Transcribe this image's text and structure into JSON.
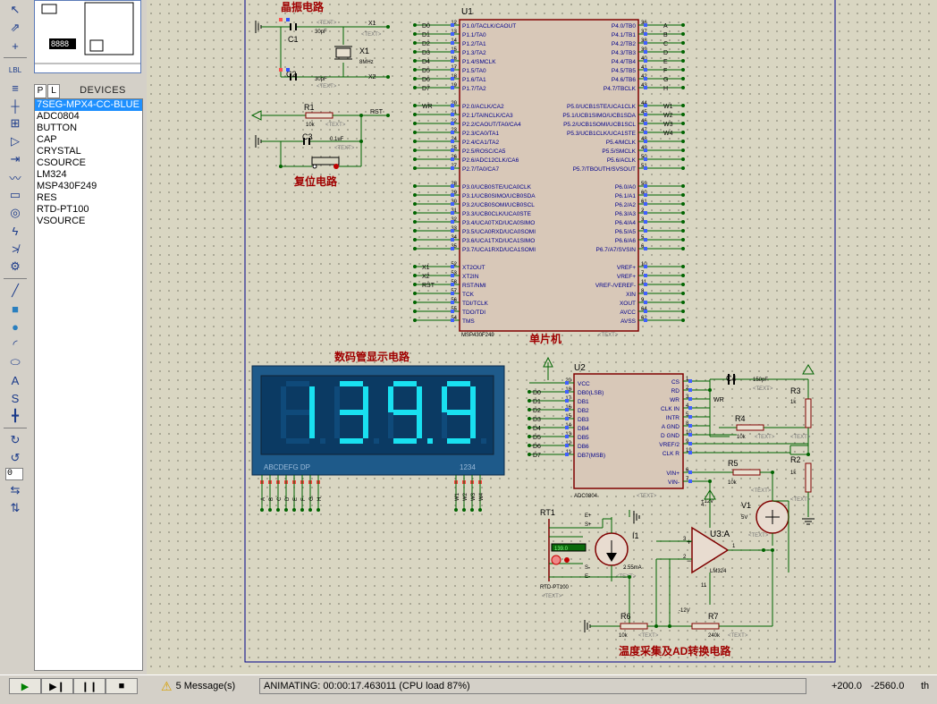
{
  "toolbar": {
    "icons": [
      "select-icon",
      "component-icon",
      "junction-icon",
      "wire-label-icon",
      "text-script-icon",
      "bus-icon",
      "subcircuit-icon",
      "terminal-icon",
      "device-pin-icon",
      "graph-icon",
      "tape-icon",
      "generator-icon",
      "voltage-probe-icon",
      "current-probe-icon",
      "virtual-instrument-icon",
      "line-icon",
      "box-icon",
      "circle-icon",
      "arc-icon",
      "path-icon",
      "text-icon",
      "symbol-icon",
      "marker-icon",
      "rotate-cw-icon",
      "rotate-ccw-icon",
      "mirror-h-icon",
      "mirror-v-icon"
    ],
    "rotation_value": "0"
  },
  "devices_panel": {
    "tab_p": "P",
    "tab_l": "L",
    "title": "DEVICES",
    "items": [
      "7SEG-MPX4-CC-BLUE",
      "ADC0804",
      "BUTTON",
      "CAP",
      "CRYSTAL",
      "CSOURCE",
      "LM324",
      "MSP430F249",
      "RES",
      "RTD-PT100",
      "VSOURCE"
    ],
    "selected_index": 0
  },
  "schematic": {
    "sections": {
      "crystal_title": "晶振电路",
      "reset_title": "复位电路",
      "mcu_title": "单片机",
      "display_title": "数码管显示电路",
      "adc_title": "温度采集及AD转换电路"
    },
    "text_placeholder": "<TEXT>",
    "crystal": {
      "c1": "C1",
      "c1_val": "30pF",
      "c2": "C2",
      "c2_val": "30pF",
      "x1": "X1",
      "x1_val": "8MHz",
      "x1_net": "X1",
      "x2_net": "X2"
    },
    "reset": {
      "r1": "R1",
      "r1_val": "10k",
      "c3": "C3",
      "c3_val": "0.1uF",
      "rst_net": "RST"
    },
    "mcu": {
      "ref": "U1",
      "part": "MSP430F249",
      "left_nets": [
        "D0",
        "D1",
        "D2",
        "D3",
        "D4",
        "D5",
        "D6",
        "D7",
        "",
        "WR",
        "",
        "",
        "",
        "",
        "",
        "",
        "",
        "",
        "",
        "",
        "",
        "",
        "",
        "",
        "",
        "",
        "",
        "",
        "",
        "",
        "",
        "X1",
        "X2",
        "RST",
        "",
        "",
        ""
      ],
      "left_pins": [
        "12",
        "13",
        "14",
        "15",
        "16",
        "17",
        "18",
        "19",
        "20",
        "21",
        "22",
        "23",
        "24",
        "25",
        "26",
        "27",
        "28",
        "29",
        "30",
        "31",
        "32",
        "33",
        "34",
        "35",
        "8",
        "9",
        "58",
        "57",
        "56",
        "55"
      ],
      "left_labels_p1": [
        "P1.0/TACLK/CAOUT",
        "P1.1/TA0",
        "P1.2/TA1",
        "P1.3/TA2",
        "P1.4/SMCLK",
        "P1.5/TA0",
        "P1.6/TA1",
        "P1.7/TA2"
      ],
      "left_labels_p2": [
        "P2.0/ACLK/CA2",
        "P2.1/TAINCLK/CA3",
        "P2.2/CAOUT/TA0/CA4",
        "P2.3/CA0/TA1",
        "P2.4/CA1/TA2",
        "P2.5/ROSC/CA5",
        "P2.6/ADC12CLK/CA6",
        "P2.7/TA0/CA7"
      ],
      "left_labels_p3": [
        "P3.0/UCB0STE/UCA0CLK",
        "P3.1/UCB0SIMO/UCB0SDA",
        "P3.2/UCB0SOMI/UCB0SCL",
        "P3.3/UCB0CLK/UCA0STE",
        "P3.4/UCA0TXD/UCA0SIMO",
        "P3.5/UCA0RXD/UCA0SOMI",
        "P3.6/UCA1TXD/UCA1SIMO",
        "P3.7/UCA1RXD/UCA1SOMI"
      ],
      "left_labels_misc": [
        "XT2OUT",
        "XT2IN",
        "RST/NMI",
        "TCK",
        "TDI/TCLK",
        "TDO/TDI",
        "TMS"
      ],
      "right_labels_p4": [
        "P4.0/TB0",
        "P4.1/TB1",
        "P4.2/TB2",
        "P4.3/TB3",
        "P4.4/TB4",
        "P4.5/TB5",
        "P4.6/TB6",
        "P4.7/TBCLK"
      ],
      "right_labels_p5": [
        "P5.0/UCB1STE/UCA1CLK",
        "P5.1/UCB1SIMO/UCB1SDA",
        "P5.2/UCB1SOMI/UCB1SCL",
        "P5.3/UCB1CLK/UCA1STE",
        "P5.4/MCLK",
        "P5.5/SMCLK",
        "P5.6/ACLK",
        "P5.7/TBOUTH/SVSOUT"
      ],
      "right_labels_p6": [
        "P6.0/A0",
        "P6.1/A1",
        "P6.2/A2",
        "P6.3/A3",
        "P6.4/A4",
        "P6.5/A5",
        "P6.6/A6",
        "P6.7/A7/SVSIN"
      ],
      "right_labels_misc": [
        "VREF+",
        "VREF+",
        "VREF-/VEREF-",
        "XIN",
        "XOUT",
        "AVCC",
        "AVSS"
      ],
      "right_pins_p4": [
        "36",
        "37",
        "38",
        "39",
        "40",
        "41",
        "42",
        "43"
      ],
      "right_pins_p5": [
        "44",
        "45",
        "46",
        "47",
        "48",
        "49",
        "50",
        "51"
      ],
      "right_pins_p6": [
        "59",
        "60",
        "61",
        "2",
        "3",
        "4",
        "5",
        "6"
      ],
      "right_pins_misc": [
        "10",
        "7",
        "11",
        "8",
        "9",
        "64",
        "62"
      ],
      "right_nets_p4": [
        "A",
        "B",
        "C",
        "D",
        "E",
        "F",
        "G",
        "H"
      ],
      "right_nets_p5": [
        "W1",
        "W2",
        "W3",
        "W4"
      ],
      "left_pins_p2": [
        "20",
        "21",
        "22",
        "23",
        "24",
        "25",
        "26",
        "27"
      ],
      "left_pins_p3": [
        "28",
        "29",
        "30",
        "31",
        "32",
        "33",
        "34",
        "35"
      ],
      "left_pins_misc": [
        "52",
        "53",
        "58",
        "57",
        "56",
        "55",
        "54"
      ],
      "misc_nets": [
        "X1",
        "X2",
        "RST"
      ]
    },
    "display": {
      "digits": "139.9",
      "seg_label": "ABCDEFG  DP",
      "com_label": "1234",
      "seg_nets": [
        "A",
        "B",
        "C",
        "D",
        "E",
        "F",
        "G",
        "H"
      ],
      "com_nets": [
        "W1",
        "W2",
        "W3",
        "W4"
      ]
    },
    "adc": {
      "ref": "U2",
      "part": "ADC0804",
      "left_labels": [
        "VCC",
        "DB0(LSB)",
        "DB1",
        "DB2",
        "DB3",
        "DB4",
        "DB5",
        "DB6",
        "DB7(MSB)"
      ],
      "left_pins": [
        "20",
        "18",
        "17",
        "16",
        "15",
        "14",
        "13",
        "12",
        "11"
      ],
      "left_nets": [
        "D0",
        "D1",
        "D2",
        "D3",
        "D4",
        "D5",
        "D6",
        "D7"
      ],
      "right_labels": [
        "CS",
        "RD",
        "WR",
        "CLK IN",
        "INTR",
        "A GND",
        "D GND",
        "VREF/2",
        "CLK R",
        "VIN+",
        "VIN-"
      ],
      "right_pins": [
        "1",
        "2",
        "3",
        "4",
        "5",
        "8",
        "10",
        "9",
        "19",
        "6",
        "7"
      ],
      "wr_net": "WR"
    },
    "analog": {
      "c4": "C4",
      "c4_val": "150pF",
      "r3": "R3",
      "r3_val": "1k",
      "r2": "R2",
      "r2_val": "1k",
      "r4": "R4",
      "r4_val": "10k",
      "r5": "R5",
      "r5_val": "10k",
      "r6": "R6",
      "r6_val": "10k",
      "r7": "R7",
      "r7_val": "240k",
      "v1": "V1",
      "v1_val": "5V",
      "i1": "I1",
      "i1_val": "2.55mA",
      "u3": "U3:A",
      "u3_part": "LM324",
      "rt1": "RT1",
      "rt1_part": "RTD-PT100",
      "rt1_temp": "139.0",
      "vcc_p": "+12V",
      "vcc_n": "-12V",
      "pin3": "3",
      "pin2": "2",
      "pin1": "1",
      "pin4": "4",
      "pin11": "11",
      "rt_pins": [
        "E+",
        "S+",
        "S-",
        "E-"
      ]
    }
  },
  "statusbar": {
    "messages": "5 Message(s)",
    "animating": "ANIMATING: 00:00:17.463011 (CPU load 87%)",
    "coord_x": "+200.0",
    "coord_y": "-2560.0",
    "unit": "th"
  },
  "colors": {
    "wire": "#006400",
    "part_outline": "#800000",
    "chip_fill": "#d8c8b8",
    "title_red": "#a00000",
    "display_bg": "#1e5a8a",
    "segment_on": "#19e0f0",
    "label_blue": "#00008b",
    "pin_blue": "#0000c0"
  }
}
